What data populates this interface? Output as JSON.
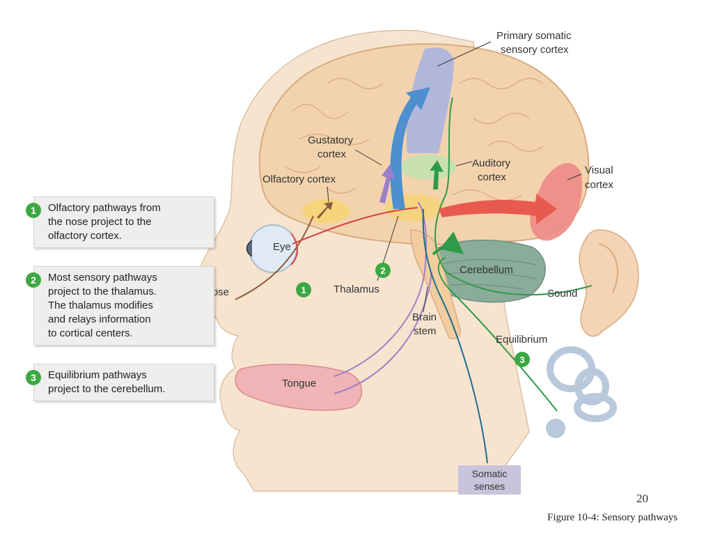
{
  "labels": {
    "primary_somatic_1": "Primary somatic",
    "primary_somatic_2": "sensory cortex",
    "visual_1": "Visual",
    "visual_2": "cortex",
    "gustatory_1": "Gustatory",
    "gustatory_2": "cortex",
    "auditory_1": "Auditory",
    "auditory_2": "cortex",
    "olfactory": "Olfactory cortex",
    "eye": "Eye",
    "nose": "Nose",
    "thalamus": "Thalamus",
    "cerebellum": "Cerebellum",
    "sound": "Sound",
    "brain_stem_1": "Brain",
    "brain_stem_2": "stem",
    "equilibrium": "Equilibrium",
    "tongue": "Tongue",
    "somatic_1": "Somatic",
    "somatic_2": "senses"
  },
  "markers": {
    "m1": "1",
    "m2": "2",
    "m3": "3"
  },
  "callouts": [
    {
      "num": "1",
      "lines": [
        "Olfactory pathways from",
        "the nose project to the",
        "olfactory cortex."
      ]
    },
    {
      "num": "2",
      "lines": [
        "Most sensory pathways",
        "project to the thalamus.",
        "The thalamus modifies",
        "and relays information",
        "to cortical centers."
      ]
    },
    {
      "num": "3",
      "lines": [
        "Equilibrium pathways",
        "project to the cerebellum."
      ]
    }
  ],
  "page_number": "20",
  "caption": "Figure 10-4: Sensory pathways",
  "colors": {
    "skin": "#f7e4cf",
    "brain": "#f3d3ad",
    "somatic_cortex": "#aab4e0",
    "visual_cortex": "#ee8a86",
    "auditory_cortex": "#bfe0b0",
    "olfactory_cortex": "#f6d370",
    "cerebellum": "#8aac9a",
    "marker_green": "#3da843"
  }
}
